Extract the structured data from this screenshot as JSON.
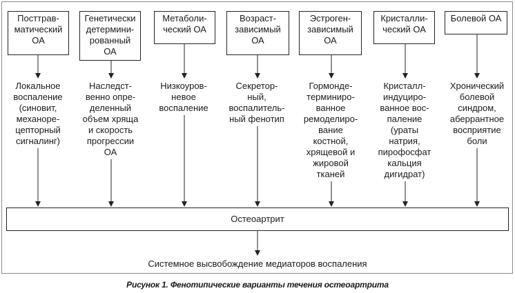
{
  "phenotypes": [
    {
      "box": "Посттрав-\nматический\nОА",
      "desc": "Локальное\nвоспаление\n(синовит,\nмеханоре-\nцепторный\nсигналинг)"
    },
    {
      "box": "Генетически\nдетермини-\nрованный\nОА",
      "desc": "Наследст-\nвенно опре-\nделенный\nобъем хряща\nи скорость\nпрогрессии\nОА"
    },
    {
      "box": "Метаболи-\nческий ОА",
      "desc": "Низкоуров-\nневое\nвоспаление"
    },
    {
      "box": "Возраст-\nзависимый\nОА",
      "desc": "Секретор-\nный,\nвоспалитель-\nный фенотип"
    },
    {
      "box": "Эстроген-\nзависимый\nОА",
      "desc": "Гормонде-\nтерминиро-\nванное\nремоделиро-\nвание\nкостной,\nхрящевой и\nжировой\nтканей"
    },
    {
      "box": "Кристалли-\nческий ОА",
      "desc": "Кристалл-\nиндуциро-\nванное вос-\nпаление\n(ураты\nнатрия,\nпирофосфат\nкальция\nдигидрат)"
    },
    {
      "box": "Болевой ОА",
      "desc": "Хронический\nболевой\nсиндром,\nаберрантное\nвосприятие\nболи"
    }
  ],
  "center_label": "Остеоартрит",
  "outcome_label": "Системное высвобождение медиаторов воспаления",
  "caption": "Рисунок 1. Фенотипические варианты течения остеоартрита"
}
